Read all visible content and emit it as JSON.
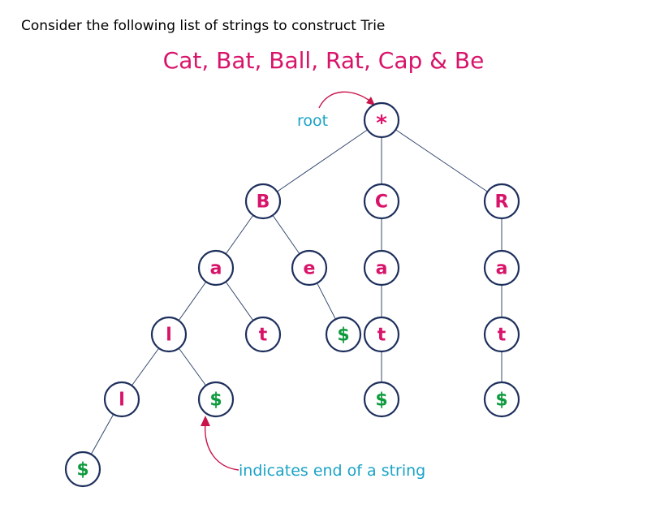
{
  "intro_text": "Consider the following list of strings to construct Trie",
  "heading": "Cat, Bat, Ball, Rat, Cap & Be",
  "annotations": {
    "root_label": "root",
    "end_label": "indicates end of a string"
  },
  "colors": {
    "heading": "#d8146a",
    "letter": "#d8146a",
    "end_marker": "#109a3e",
    "annotation": "#1aa3c6",
    "node_outline": "#1d2f5c",
    "arrow": "#c8144a"
  },
  "trie": {
    "nodes": [
      {
        "id": "root",
        "label": "*",
        "kind": "root"
      },
      {
        "id": "B",
        "label": "B",
        "kind": "letter"
      },
      {
        "id": "C",
        "label": "C",
        "kind": "letter"
      },
      {
        "id": "R",
        "label": "R",
        "kind": "letter"
      },
      {
        "id": "Ba",
        "label": "a",
        "kind": "letter"
      },
      {
        "id": "Be",
        "label": "e",
        "kind": "letter"
      },
      {
        "id": "Ca",
        "label": "a",
        "kind": "letter"
      },
      {
        "id": "Ra",
        "label": "a",
        "kind": "letter"
      },
      {
        "id": "Bal",
        "label": "l",
        "kind": "letter"
      },
      {
        "id": "Bat",
        "label": "t",
        "kind": "letter"
      },
      {
        "id": "Be$",
        "label": "$",
        "kind": "end"
      },
      {
        "id": "Cat",
        "label": "t",
        "kind": "letter"
      },
      {
        "id": "Rat",
        "label": "t",
        "kind": "letter"
      },
      {
        "id": "Ball",
        "label": "l",
        "kind": "letter"
      },
      {
        "id": "Bal$",
        "label": "$",
        "kind": "end"
      },
      {
        "id": "Cat$",
        "label": "$",
        "kind": "end"
      },
      {
        "id": "Rat$",
        "label": "$",
        "kind": "end"
      },
      {
        "id": "Ball$",
        "label": "$",
        "kind": "end"
      }
    ],
    "edges": [
      [
        "root",
        "B"
      ],
      [
        "root",
        "C"
      ],
      [
        "root",
        "R"
      ],
      [
        "B",
        "Ba"
      ],
      [
        "B",
        "Be"
      ],
      [
        "C",
        "Ca"
      ],
      [
        "R",
        "Ra"
      ],
      [
        "Ba",
        "Bal"
      ],
      [
        "Ba",
        "Bat"
      ],
      [
        "Be",
        "Be$"
      ],
      [
        "Ca",
        "Cat"
      ],
      [
        "Ra",
        "Rat"
      ],
      [
        "Bal",
        "Ball"
      ],
      [
        "Bal",
        "Bal$"
      ],
      [
        "Cat",
        "Cat$"
      ],
      [
        "Rat",
        "Rat$"
      ],
      [
        "Ball",
        "Ball$"
      ]
    ]
  }
}
